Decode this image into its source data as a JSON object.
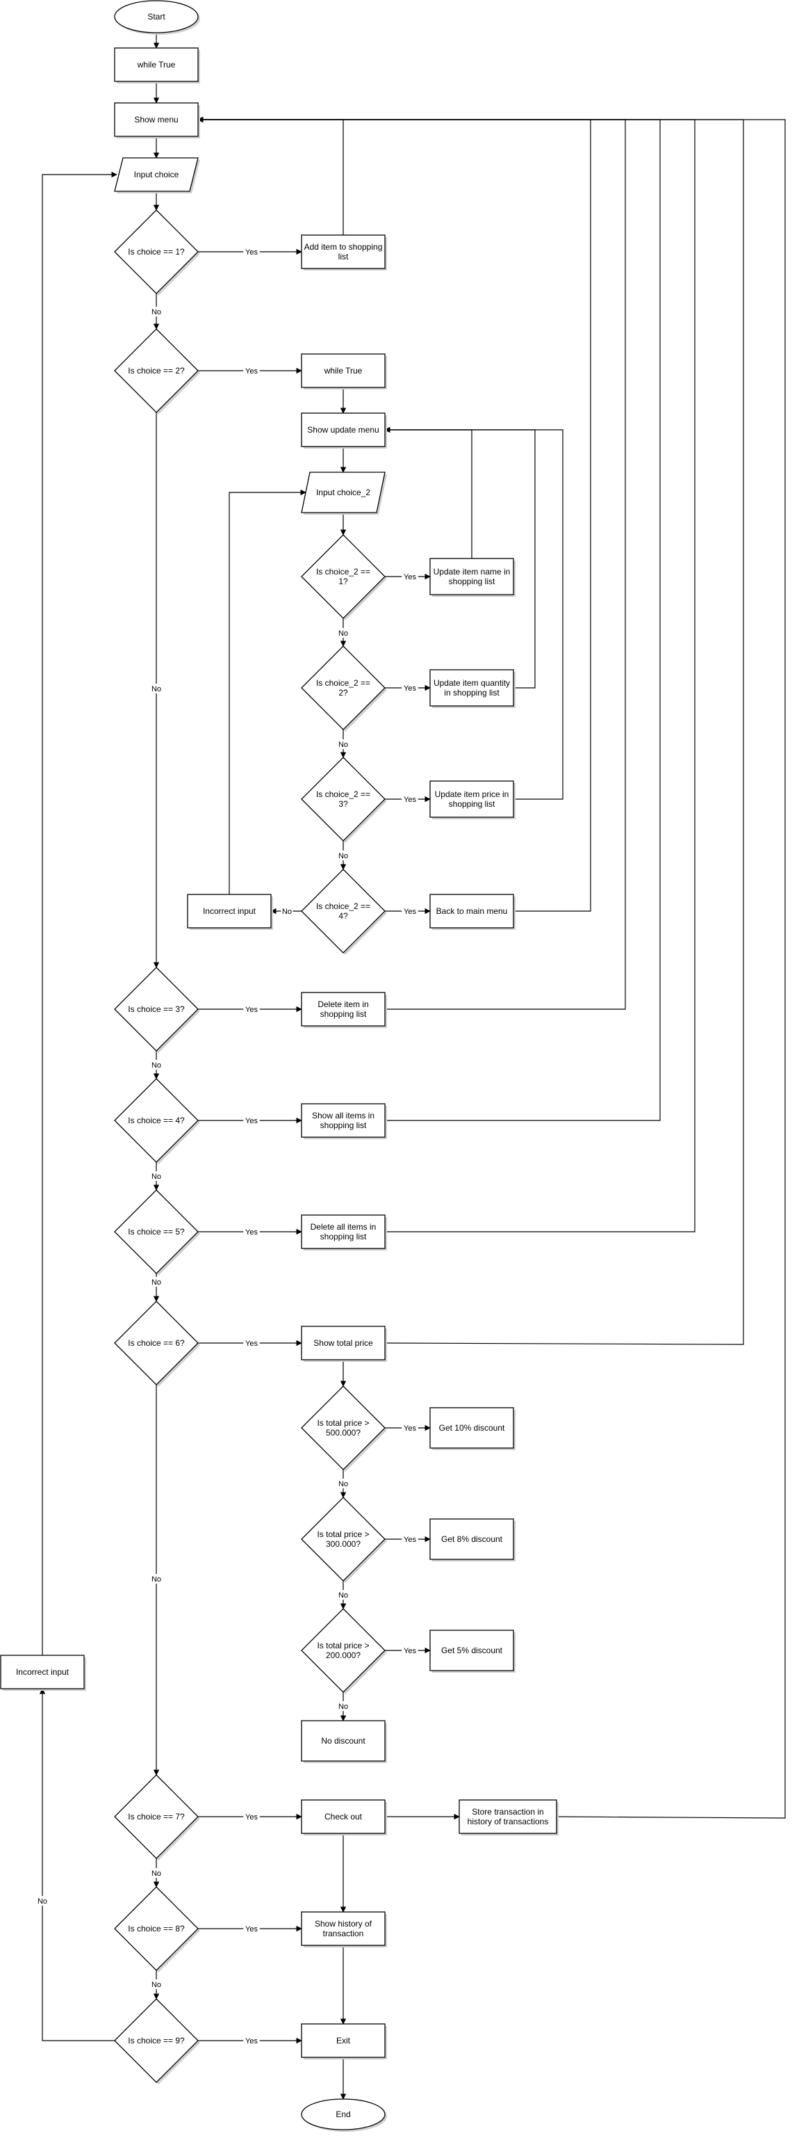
{
  "diagram": {
    "type": "flowchart",
    "nodes": [
      {
        "id": "start",
        "shape": "ellipse",
        "text": "Start"
      },
      {
        "id": "while1",
        "shape": "rect",
        "text": "while True"
      },
      {
        "id": "menu",
        "shape": "rect",
        "text": "Show menu"
      },
      {
        "id": "input",
        "shape": "parallelogram",
        "text": "Input choice"
      },
      {
        "id": "c1",
        "shape": "diamond",
        "text": "Is choice == 1?"
      },
      {
        "id": "add",
        "shape": "rect",
        "text": "Add item to shopping list"
      },
      {
        "id": "c2",
        "shape": "diamond",
        "text": "Is choice == 2?"
      },
      {
        "id": "while2",
        "shape": "rect",
        "text": "while True"
      },
      {
        "id": "umenu",
        "shape": "rect",
        "text": "Show update menu"
      },
      {
        "id": "input2",
        "shape": "parallelogram",
        "text": "Input choice_2"
      },
      {
        "id": "d1",
        "shape": "diamond",
        "text": "Is choice_2 == 1?"
      },
      {
        "id": "upname",
        "shape": "rect",
        "text": "Update item name in shopping list"
      },
      {
        "id": "d2",
        "shape": "diamond",
        "text": "Is choice_2 == 2?"
      },
      {
        "id": "upqty",
        "shape": "rect",
        "text": "Update item quantity in shopping list"
      },
      {
        "id": "d3",
        "shape": "diamond",
        "text": "Is choice_2 == 3?"
      },
      {
        "id": "upprice",
        "shape": "rect",
        "text": "Update item price in shopping list"
      },
      {
        "id": "d4",
        "shape": "diamond",
        "text": "Is choice_2 == 4?"
      },
      {
        "id": "back",
        "shape": "rect",
        "text": "Back to main menu"
      },
      {
        "id": "inc2",
        "shape": "rect",
        "text": "Incorrect input"
      },
      {
        "id": "c3",
        "shape": "diamond",
        "text": "Is choice == 3?"
      },
      {
        "id": "del",
        "shape": "rect",
        "text": "Delete item in shopping list"
      },
      {
        "id": "c4",
        "shape": "diamond",
        "text": "Is choice == 4?"
      },
      {
        "id": "showall",
        "shape": "rect",
        "text": "Show all items in shopping list"
      },
      {
        "id": "c5",
        "shape": "diamond",
        "text": "Is choice == 5?"
      },
      {
        "id": "delall",
        "shape": "rect",
        "text": "Delete all items in shopping list"
      },
      {
        "id": "c6",
        "shape": "diamond",
        "text": "Is choice == 6?"
      },
      {
        "id": "total",
        "shape": "rect",
        "text": "Show total price"
      },
      {
        "id": "t1",
        "shape": "diamond",
        "text": "Is total price > 500.000?"
      },
      {
        "id": "g10",
        "shape": "rect",
        "text": "Get 10% discount"
      },
      {
        "id": "t2",
        "shape": "diamond",
        "text": "Is total price > 300.000?"
      },
      {
        "id": "g8",
        "shape": "rect",
        "text": "Get 8% discount"
      },
      {
        "id": "t3",
        "shape": "diamond",
        "text": "Is total price > 200.000?"
      },
      {
        "id": "g5",
        "shape": "rect",
        "text": "Get 5% discount"
      },
      {
        "id": "nodisc",
        "shape": "rect",
        "text": "No discount"
      },
      {
        "id": "inc1",
        "shape": "rect",
        "text": "Incorrect input"
      },
      {
        "id": "c7",
        "shape": "diamond",
        "text": "Is choice == 7?"
      },
      {
        "id": "checkout",
        "shape": "rect",
        "text": "Check out"
      },
      {
        "id": "store",
        "shape": "rect",
        "text": "Store transaction in history of transactions"
      },
      {
        "id": "c8",
        "shape": "diamond",
        "text": "Is choice == 8?"
      },
      {
        "id": "history",
        "shape": "rect",
        "text": "Show history of transaction"
      },
      {
        "id": "c9",
        "shape": "diamond",
        "text": "Is choice == 9?"
      },
      {
        "id": "exit",
        "shape": "rect",
        "text": "Exit"
      },
      {
        "id": "end",
        "shape": "ellipse",
        "text": "End"
      }
    ],
    "edges": [
      {
        "from": "start",
        "to": "while1",
        "label": ""
      },
      {
        "from": "while1",
        "to": "menu",
        "label": ""
      },
      {
        "from": "menu",
        "to": "input",
        "label": ""
      },
      {
        "from": "input",
        "to": "c1",
        "label": ""
      },
      {
        "from": "c1",
        "to": "add",
        "label": "Yes"
      },
      {
        "from": "add",
        "to": "menu",
        "label": ""
      },
      {
        "from": "c1",
        "to": "c2",
        "label": "No"
      },
      {
        "from": "c2",
        "to": "while2",
        "label": "Yes"
      },
      {
        "from": "c2",
        "to": "c3",
        "label": "No"
      },
      {
        "from": "while2",
        "to": "umenu",
        "label": ""
      },
      {
        "from": "umenu",
        "to": "input2",
        "label": ""
      },
      {
        "from": "input2",
        "to": "d1",
        "label": ""
      },
      {
        "from": "d1",
        "to": "upname",
        "label": "Yes"
      },
      {
        "from": "upname",
        "to": "umenu",
        "label": ""
      },
      {
        "from": "d1",
        "to": "d2",
        "label": "No"
      },
      {
        "from": "d2",
        "to": "upqty",
        "label": "Yes"
      },
      {
        "from": "upqty",
        "to": "umenu",
        "label": ""
      },
      {
        "from": "d2",
        "to": "d3",
        "label": "No"
      },
      {
        "from": "d3",
        "to": "upprice",
        "label": "Yes"
      },
      {
        "from": "upprice",
        "to": "umenu",
        "label": ""
      },
      {
        "from": "d3",
        "to": "d4",
        "label": "No"
      },
      {
        "from": "d4",
        "to": "back",
        "label": "Yes"
      },
      {
        "from": "back",
        "to": "menu",
        "label": ""
      },
      {
        "from": "d4",
        "to": "inc2",
        "label": "No"
      },
      {
        "from": "inc2",
        "to": "input2",
        "label": ""
      },
      {
        "from": "c3",
        "to": "del",
        "label": "Yes"
      },
      {
        "from": "del",
        "to": "menu",
        "label": ""
      },
      {
        "from": "c3",
        "to": "c4",
        "label": "No"
      },
      {
        "from": "c4",
        "to": "showall",
        "label": "Yes"
      },
      {
        "from": "showall",
        "to": "menu",
        "label": ""
      },
      {
        "from": "c4",
        "to": "c5",
        "label": "No"
      },
      {
        "from": "c5",
        "to": "delall",
        "label": "Yes"
      },
      {
        "from": "delall",
        "to": "menu",
        "label": ""
      },
      {
        "from": "c5",
        "to": "c6",
        "label": "No"
      },
      {
        "from": "c6",
        "to": "total",
        "label": "Yes"
      },
      {
        "from": "total",
        "to": "menu",
        "label": ""
      },
      {
        "from": "total",
        "to": "t1",
        "label": ""
      },
      {
        "from": "t1",
        "to": "g10",
        "label": "Yes"
      },
      {
        "from": "t1",
        "to": "t2",
        "label": "No"
      },
      {
        "from": "t2",
        "to": "g8",
        "label": "Yes"
      },
      {
        "from": "t2",
        "to": "t3",
        "label": "No"
      },
      {
        "from": "t3",
        "to": "g5",
        "label": "Yes"
      },
      {
        "from": "t3",
        "to": "nodisc",
        "label": "No"
      },
      {
        "from": "c6",
        "to": "c7",
        "label": "No"
      },
      {
        "from": "c7",
        "to": "checkout",
        "label": "Yes"
      },
      {
        "from": "checkout",
        "to": "store",
        "label": ""
      },
      {
        "from": "store",
        "to": "menu",
        "label": ""
      },
      {
        "from": "checkout",
        "to": "history",
        "label": ""
      },
      {
        "from": "c7",
        "to": "c8",
        "label": "No"
      },
      {
        "from": "c8",
        "to": "history",
        "label": "Yes"
      },
      {
        "from": "history",
        "to": "exit",
        "label": ""
      },
      {
        "from": "c8",
        "to": "c9",
        "label": "No"
      },
      {
        "from": "c9",
        "to": "exit",
        "label": "Yes"
      },
      {
        "from": "c9",
        "to": "inc1",
        "label": "No"
      },
      {
        "from": "inc1",
        "to": "input",
        "label": ""
      },
      {
        "from": "exit",
        "to": "end",
        "label": ""
      }
    ]
  }
}
